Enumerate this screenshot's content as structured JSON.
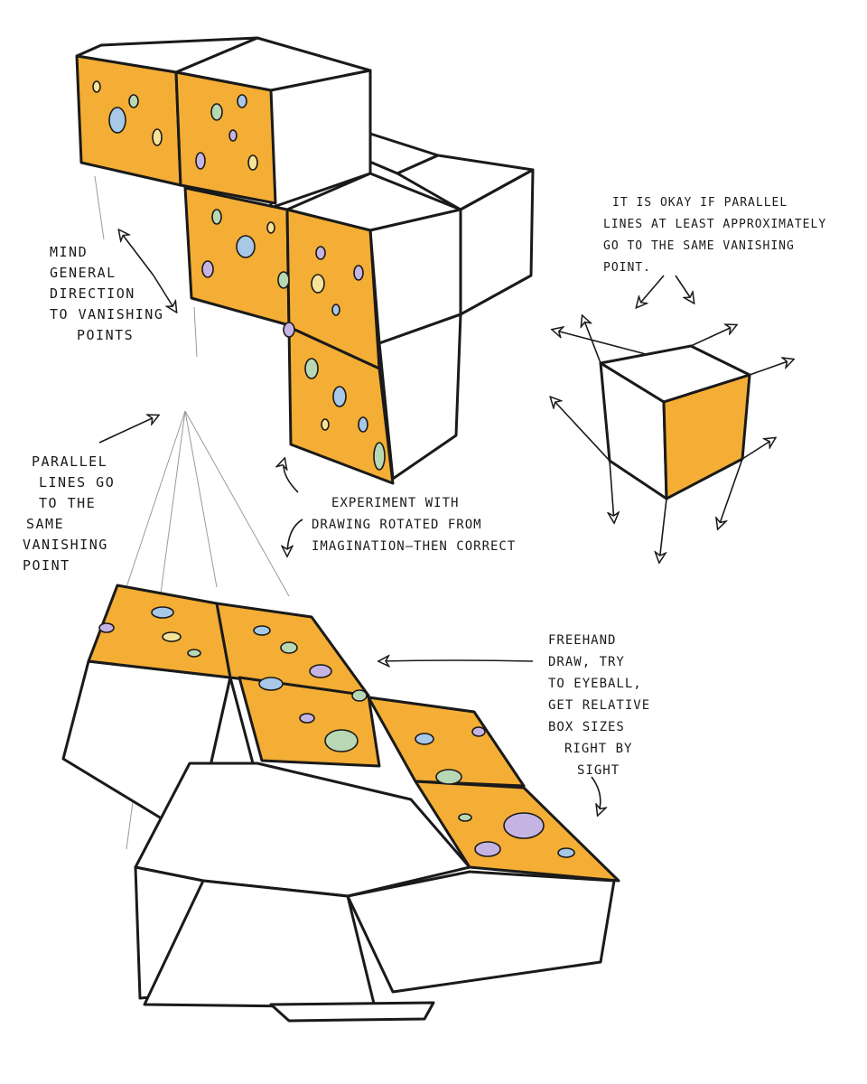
{
  "colors": {
    "cheese": "#F4AE35",
    "ink": "#1a1a1a",
    "paper": "#ffffff",
    "holes": [
      "#B8D8B4",
      "#C5B4E3",
      "#A8C8E8",
      "#F6E39A"
    ]
  },
  "notes": {
    "mind_vanishing": [
      "MIND",
      "GENERAL",
      "DIRECTION",
      "TO VANISHING",
      "POINTS"
    ],
    "parallel_approx": [
      "IT IS OKAY IF PARALLEL",
      "LINES AT LEAST APPROXIMATELY",
      "GO TO THE SAME VANISHING",
      "POINT."
    ],
    "parallel_same": [
      "PARALLEL",
      "LINES GO",
      "TO THE",
      "SAME",
      "VANISHING",
      "POINT"
    ],
    "experiment": [
      "EXPERIMENT WITH",
      "DRAWING ROTATED FROM",
      "IMAGINATION—THEN CORRECT"
    ],
    "freehand": [
      "FREEHAND",
      "DRAW, TRY",
      "TO EYEBALL,",
      "GET RELATIVE",
      "BOX SIZES",
      "RIGHT BY",
      "SIGHT"
    ]
  }
}
